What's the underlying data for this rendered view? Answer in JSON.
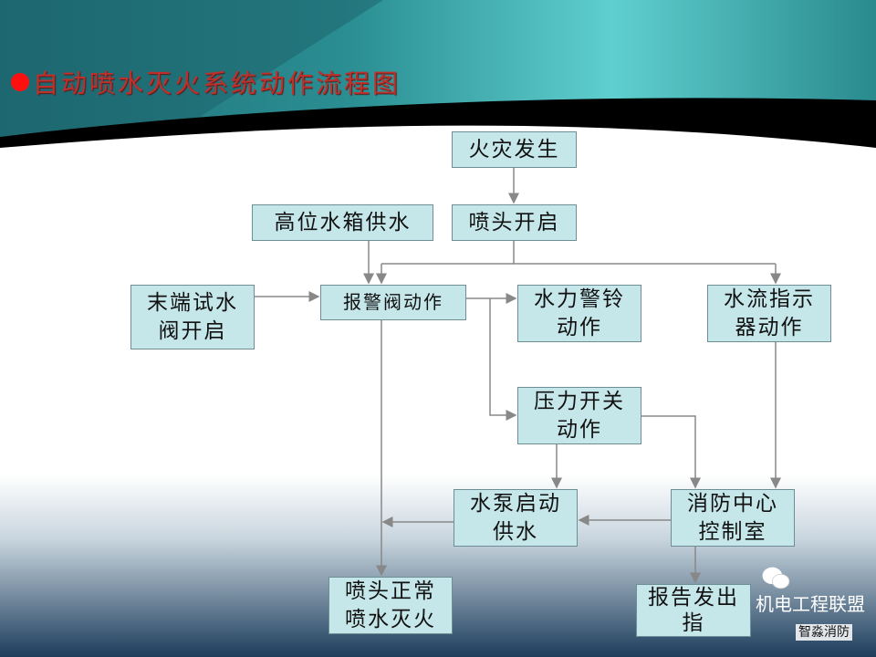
{
  "title": "自动喷水灭火系统动作流程图",
  "colors": {
    "title": "#c0302a",
    "bullet": "#ff1010",
    "box_fill": "#c6e7ea",
    "arrow": "#888888",
    "header_teal": "#3aa6a6"
  },
  "nodes": {
    "fire": "火灾发生",
    "tank": "高位水箱供水",
    "sprinkler_open": "喷头开启",
    "test_valve": "末端试水\n阀开启",
    "alarm_valve": "报警阀动作",
    "bell": "水力警铃\n动作",
    "flow_indicator": "水流指示\n器动作",
    "pressure_switch": "压力开关\n动作",
    "pump": "水泵启动\n供水",
    "control_room": "消防中心\n控制室",
    "extinguish": "喷头正常\n喷水灭火",
    "report": "报告发出\n指"
  },
  "watermark": {
    "main": "机电工程联盟",
    "sub": "智淼消防",
    "icon": "wechat-icon"
  }
}
